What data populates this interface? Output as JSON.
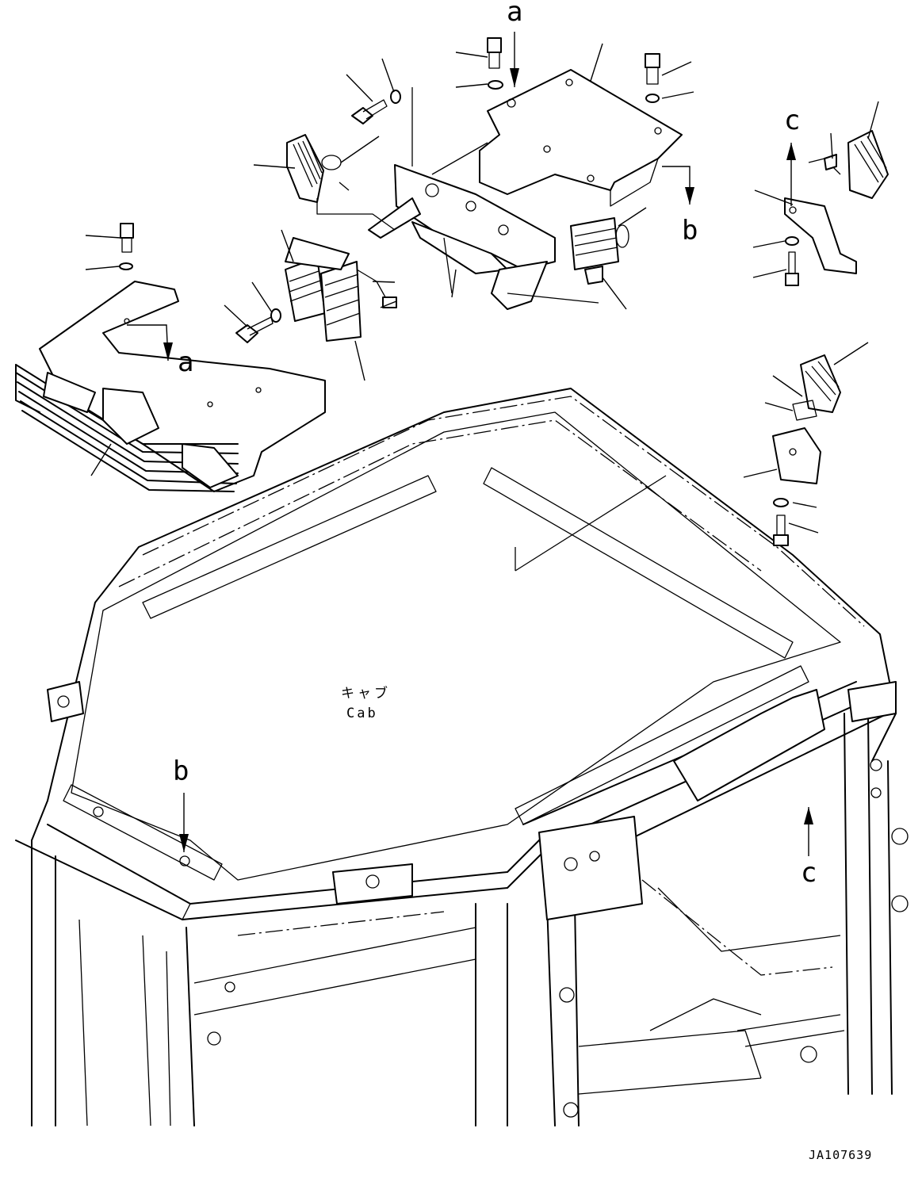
{
  "diagram": {
    "view_labels": {
      "a_top": "a",
      "a_left": "a",
      "b_right": "b",
      "b_bottom": "b",
      "c_top": "c",
      "c_bottom": "c"
    },
    "cab_label_jp": "キャブ",
    "cab_label_en": "Cab",
    "drawing_number": "JA107639"
  }
}
